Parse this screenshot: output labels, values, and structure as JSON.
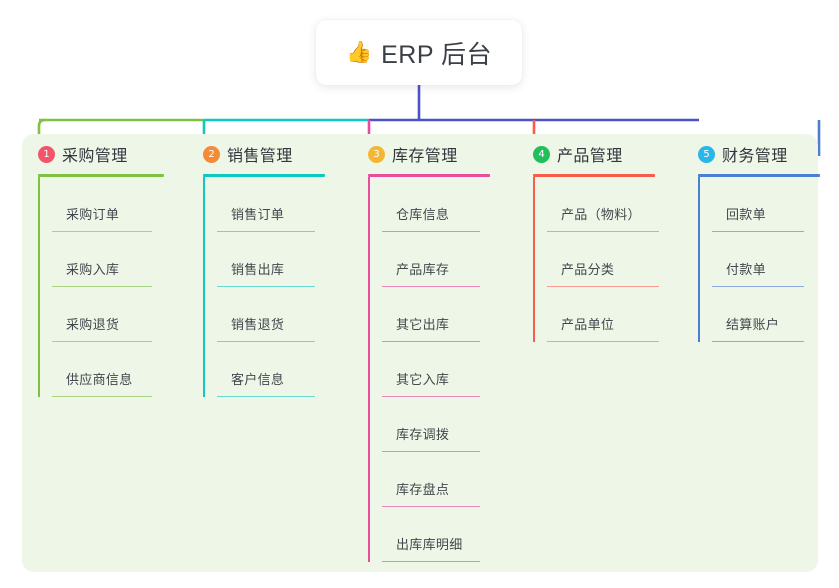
{
  "diagram": {
    "title": "ERP 后台",
    "type": "mind-map",
    "root": {
      "icon": "thumbs-up-icon",
      "emoji": "👍",
      "label": "ERP 后台"
    },
    "panel_color": "#eef7e7",
    "page_background": "#ffffff",
    "branches": [
      {
        "number": "1",
        "title": "采购管理",
        "badge_color": "#f2546a",
        "line_color": "#7fc241",
        "leaf_line_color": "#a9d282",
        "connector_color": "#7fc241",
        "items": [
          "采购订单",
          "采购入库",
          "采购退货",
          "供应商信息"
        ]
      },
      {
        "number": "2",
        "title": "销售管理",
        "badge_color": "#f08c3a",
        "line_color": "#0fc9c0",
        "leaf_line_color": "#69d9d2",
        "connector_color": "#0fc9c0",
        "items": [
          "销售订单",
          "销售出库",
          "销售退货",
          "客户信息"
        ]
      },
      {
        "number": "3",
        "title": "库存管理",
        "badge_color": "#f5b731",
        "line_color": "#ea4c9d",
        "leaf_line_color": "#eb86bb",
        "connector_color": "#ea4c9d",
        "items": [
          "仓库信息",
          "产品库存",
          "其它出库",
          "其它入库",
          "库存调拨",
          "库存盘点",
          "出库库明细"
        ]
      },
      {
        "number": "4",
        "title": "产品管理",
        "badge_color": "#21bf5c",
        "line_color": "#fa5c4a",
        "leaf_line_color": "#f79b93",
        "connector_color": "#fa5c4a",
        "items": [
          "产品（物料）",
          "产品分类",
          "产品单位"
        ]
      },
      {
        "number": "5",
        "title": "财务管理",
        "badge_color": "#29b6e8",
        "line_color": "#4a7fd4",
        "leaf_line_color": "#8eabe0",
        "connector_color": "#4a7fd4",
        "items": [
          "回款单",
          "付款单",
          "结算账户"
        ]
      }
    ],
    "trunk_color": "#4a52c8"
  }
}
